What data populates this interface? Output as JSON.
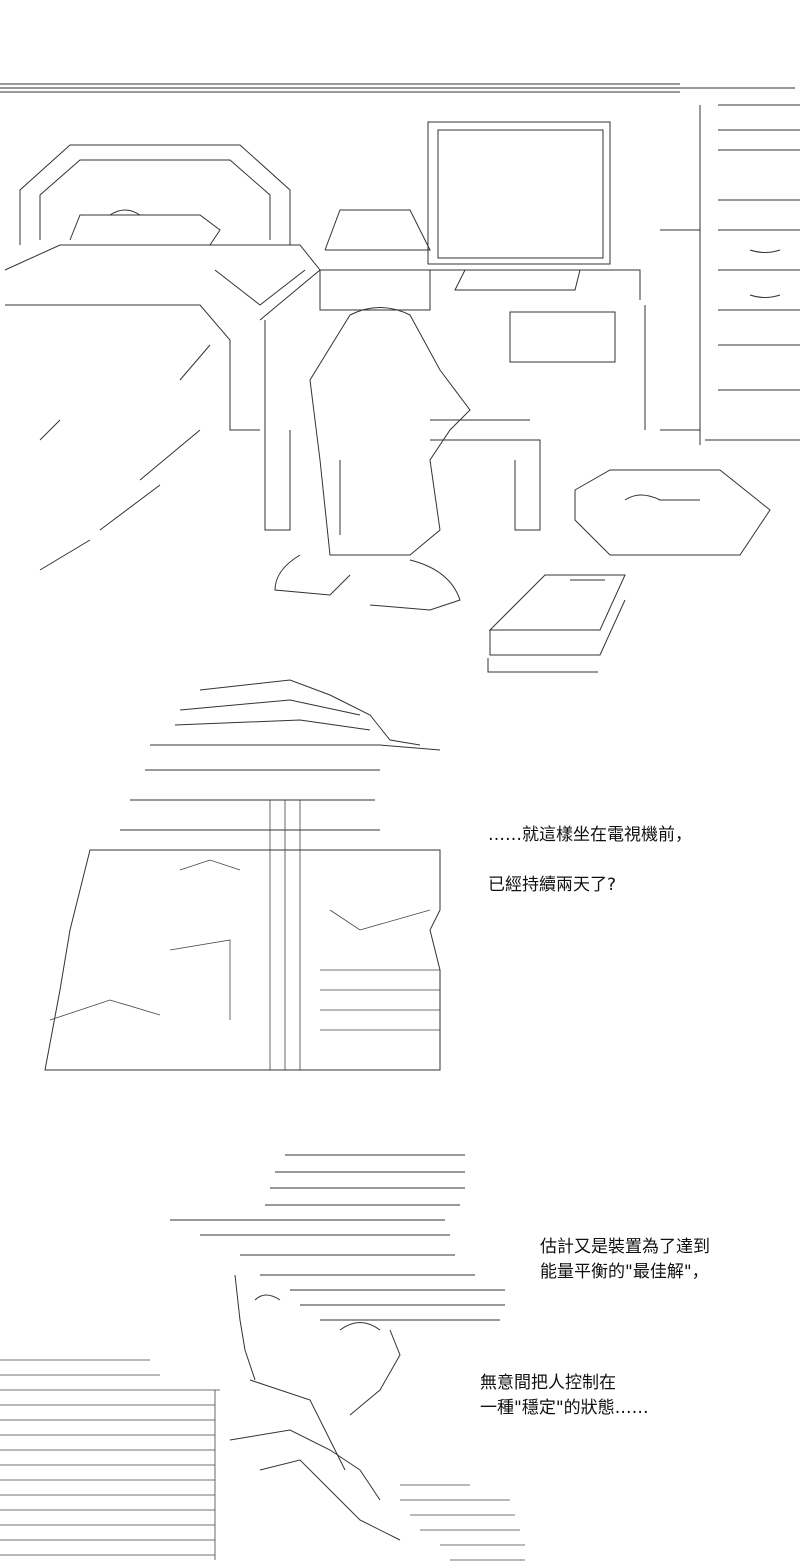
{
  "panels": [
    {
      "id": "panel-room",
      "dialog": []
    },
    {
      "id": "panel-closeup",
      "dialog": [
        "……就這樣坐在電視機前，",
        "已經持續兩天了?"
      ]
    },
    {
      "id": "panel-face",
      "dialog": [
        "估計又是裝置為了達到",
        "能量平衡的\"最佳解\"，",
        "無意間把人控制在",
        "一種\"穩定\"的狀態……"
      ]
    }
  ]
}
